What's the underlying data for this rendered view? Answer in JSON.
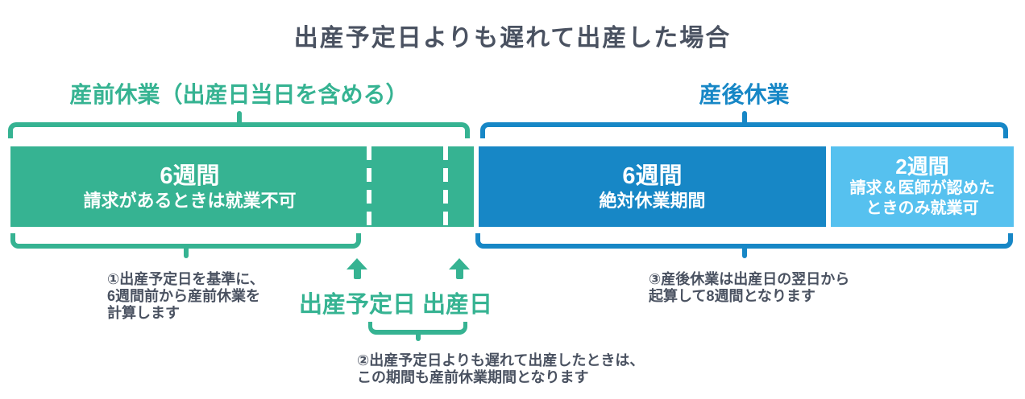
{
  "title": "出産予定日よりも遅れて出産した場合",
  "colors": {
    "green": "#36B392",
    "blue": "#1787C6",
    "lightblue": "#56C1EF",
    "navy": "#4A5261",
    "white": "#FFFFFF"
  },
  "prenatal": {
    "label": "産前休業（出産日当日を含める）",
    "bar": {
      "duration": "6週間",
      "desc": "請求があるときは就業不可"
    },
    "note": [
      "①出産予定日を基準に、",
      "6週間前から産前休業を",
      "計算します"
    ]
  },
  "postnatal": {
    "label": "産後休業",
    "bar_main": {
      "duration": "6週間",
      "desc": "絶対休業期間"
    },
    "bar_extra": {
      "duration": "2週間",
      "desc_line1": "請求＆医師が認めた",
      "desc_line2": "ときのみ就業可"
    },
    "note": [
      "③産後休業は出産日の翌日から",
      "起算して8週間となります"
    ]
  },
  "markers": {
    "due_date": "出産予定日",
    "birth_date": "出産日",
    "note": [
      "②出産予定日よりも遅れて出産したときは、",
      "この期間も産前休業期間となります"
    ]
  }
}
